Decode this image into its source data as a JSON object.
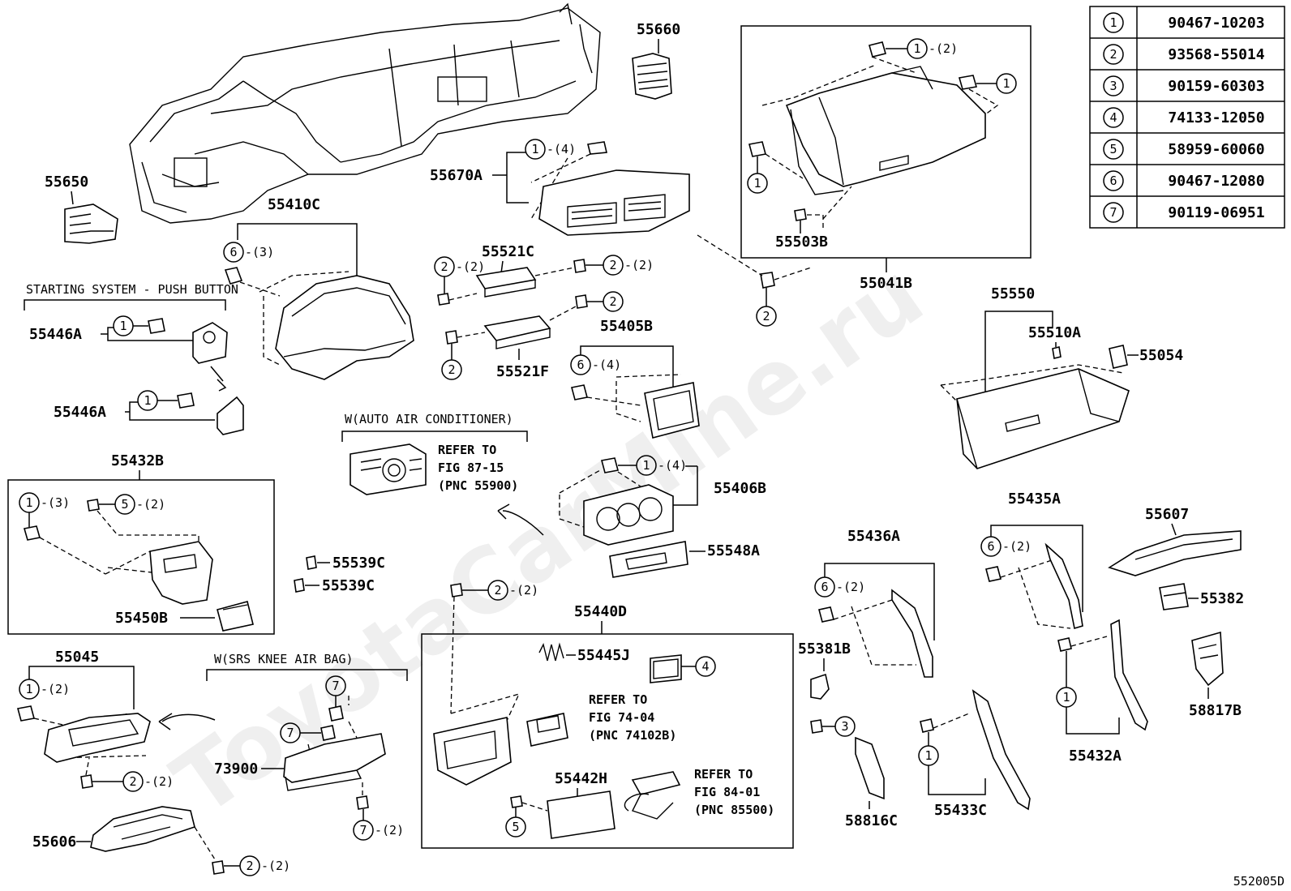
{
  "diagram_code": "552005D",
  "watermark": "ToyotaCarMine.ru",
  "legend": [
    {
      "key": "1",
      "part": "90467-10203"
    },
    {
      "key": "2",
      "part": "93568-55014"
    },
    {
      "key": "3",
      "part": "90159-60303"
    },
    {
      "key": "4",
      "part": "74133-12050"
    },
    {
      "key": "5",
      "part": "58959-60060"
    },
    {
      "key": "6",
      "part": "90467-12080"
    },
    {
      "key": "7",
      "part": "90119-06951"
    }
  ],
  "parts": {
    "p55660": "55660",
    "p55650": "55650",
    "p55670A": "55670A",
    "p55410C": "55410C",
    "p55041B": "55041B",
    "p55503B": "55503B",
    "p55521C": "55521C",
    "p55521F": "55521F",
    "p55446A_1": "55446A",
    "p55446A_2": "55446A",
    "p55405B": "55405B",
    "p55550": "55550",
    "p55510A": "55510A",
    "p55054": "55054",
    "p55432B": "55432B",
    "p55450B": "55450B",
    "p55406B": "55406B",
    "p55548A": "55548A",
    "p55539C_1": "55539C",
    "p55539C_2": "55539C",
    "p55436A": "55436A",
    "p55435A": "55435A",
    "p55607": "55607",
    "p55382": "55382",
    "p58817B": "58817B",
    "p55381B": "55381B",
    "p55440D": "55440D",
    "p55445J": "55445J",
    "p55442H": "55442H",
    "p55045": "55045",
    "p73900": "73900",
    "p55606": "55606",
    "p58816C": "58816C",
    "p55433C": "55433C",
    "p55432A": "55432A"
  },
  "notes": {
    "push_button": "STARTING SYSTEM - PUSH BUTTON",
    "auto_ac": "W(AUTO AIR CONDITIONER)",
    "srs_knee": "W(SRS KNEE AIR BAG)",
    "refer1": [
      "REFER TO",
      "FIG 87-15",
      "(PNC 55900)"
    ],
    "refer2": [
      "REFER TO",
      "FIG 74-04",
      "(PNC 74102B)"
    ],
    "refer3": [
      "REFER TO",
      "FIG 84-01",
      "(PNC 85500)"
    ]
  },
  "callouts": {
    "c_2_2": "-(2)",
    "c_3": "-(3)",
    "c_4": "-(4)"
  },
  "keys": {
    "k1": "1",
    "k2": "2",
    "k3": "3",
    "k4": "4",
    "k5": "5",
    "k6": "6",
    "k7": "7"
  }
}
